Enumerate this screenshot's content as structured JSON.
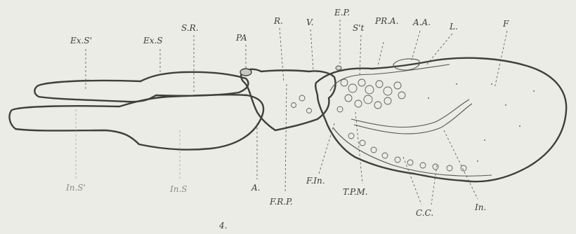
{
  "figure": {
    "number": "4.",
    "labels": {
      "exs_prime": "Ex.S'",
      "exs": "Ex.S",
      "sr": "S.R.",
      "pa": "PA",
      "r": "R.",
      "v": "V.",
      "ep": "E.P.",
      "st": "S't",
      "pra": "PR.A.",
      "aa": "A.A.",
      "l": "L.",
      "f": "F",
      "ins_prime": "In.S'",
      "ins": "In.S",
      "a": "A.",
      "frp": "F.R.P.",
      "fin": "F.In.",
      "tpm": "T.P.M.",
      "cc": "C.C.",
      "in": "In."
    }
  }
}
